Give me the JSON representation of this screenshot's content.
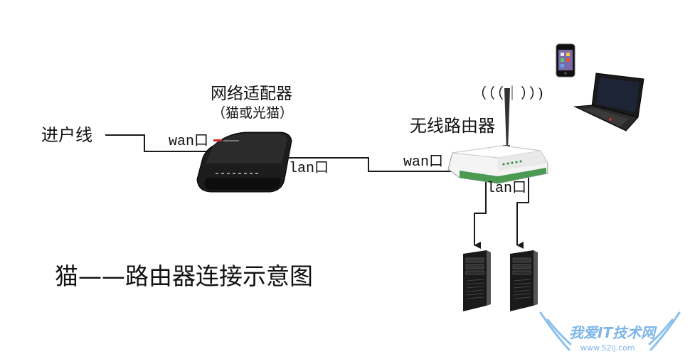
{
  "diagram": {
    "title": "猫——路由器连接示意图",
    "incoming_line_label": "进户线",
    "modem": {
      "title": "网络适配器",
      "subtitle": "（猫或光猫）",
      "wan_port_label": "wan口",
      "lan_port_label": "lan口"
    },
    "router": {
      "title": "无线路由器",
      "wan_port_label": "wan口",
      "lan_port_label": "lan口",
      "wifi_signal": "（（（｜））)"
    },
    "watermark": {
      "text": "我爱IT技术网",
      "url": "www.52ij.com"
    }
  },
  "colors": {
    "line": "#1a1a1a",
    "watermark": "#7fb6ea"
  },
  "icons": [
    "modem-device-icon",
    "router-device-icon",
    "phone-icon",
    "laptop-icon",
    "desktop-tower-icon"
  ]
}
